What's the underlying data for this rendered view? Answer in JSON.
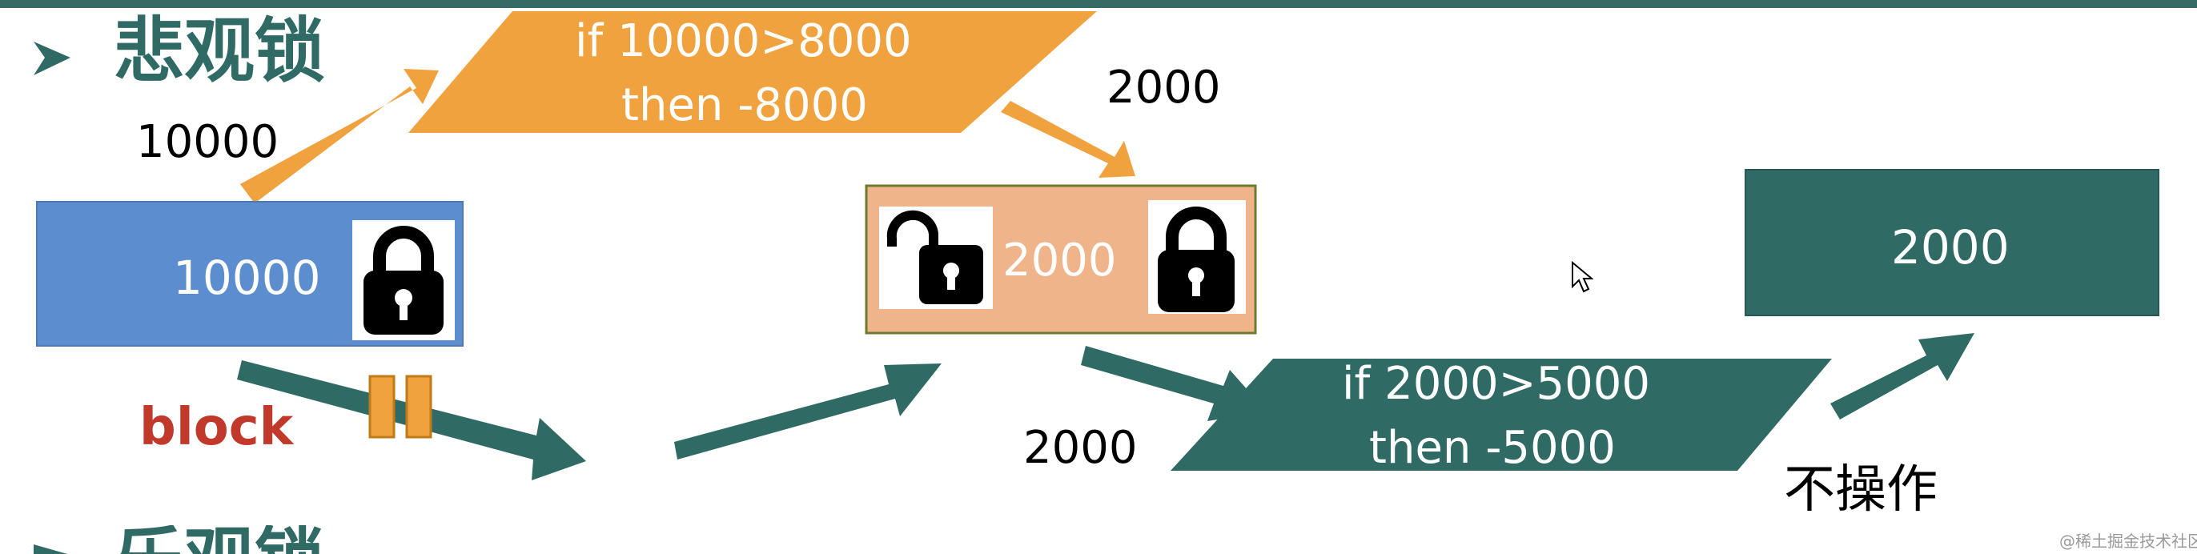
{
  "top_band_color": "#356b64",
  "section_titles": {
    "current": "悲观锁",
    "next_partial": "乐观锁"
  },
  "labels": {
    "incoming_value": "10000",
    "after_first_txn": "2000",
    "second_txn_input": "2000",
    "block": "block",
    "no_op": "不操作"
  },
  "boxes": {
    "source": {
      "value": "10000",
      "color": "#5b8dcf"
    },
    "middle": {
      "value": "2000",
      "color": "#f0b48a",
      "border": "#6b7b2f"
    },
    "result": {
      "value": "2000",
      "color": "#2f6b64"
    }
  },
  "conditions": {
    "txn1": {
      "line1": "if 10000>8000",
      "line2": "then -8000",
      "color": "#f0a23f"
    },
    "txn2": {
      "line1": "if 2000>5000",
      "line2": "then -5000",
      "color": "#2f6b64"
    }
  },
  "icons": {
    "locked": "lock-closed-icon",
    "unlocked": "lock-open-icon",
    "pause": "pause-icon",
    "bullet": "arrow-bullet-icon",
    "cursor": "mouse-cursor-icon"
  },
  "watermark": "@稀土掘金技术社区",
  "colors": {
    "orange_arrow": "#f0a23f",
    "teal_arrow": "#2f6b64",
    "block_text": "#c0392b",
    "bullet": "#2f6b64"
  }
}
